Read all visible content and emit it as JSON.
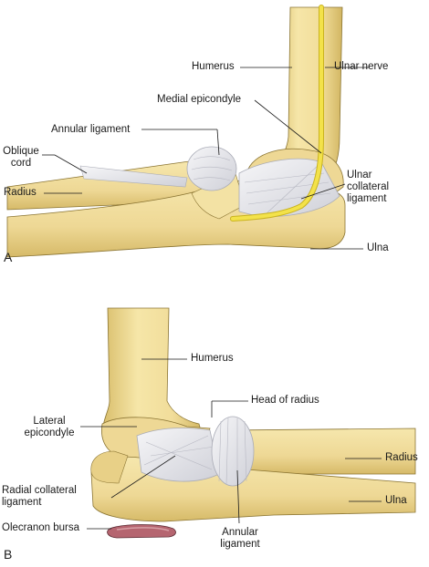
{
  "panels": {
    "a": "A",
    "b": "B"
  },
  "labels_a": {
    "humerus": "Humerus",
    "ulnar_nerve": "Ulnar nerve",
    "medial_epicondyle": "Medial epicondyle",
    "annular_ligament": "Annular ligament",
    "oblique_cord": "Oblique\ncord",
    "radius": "Radius",
    "ulnar_collateral_ligament": "Ulnar\ncollateral\nligament",
    "ulna": "Ulna"
  },
  "labels_b": {
    "humerus": "Humerus",
    "head_of_radius": "Head of radius",
    "lateral_epicondyle": "Lateral\nepicondyle",
    "radius": "Radius",
    "radial_collateral_ligament": "Radial collateral\nligament",
    "ulna": "Ulna",
    "olecranon_bursa": "Olecranon bursa",
    "annular_ligament": "Annular\nligament"
  },
  "colors": {
    "bone": "#f1dd9a",
    "bone_shadow": "#d9bf6c",
    "bone_outline": "#8a7432",
    "ligament": "#e6e7ec",
    "ligament_line": "#a9abb6",
    "nerve": "#f3e24a",
    "bursa": "#b56570",
    "leader": "#1a1a1a"
  }
}
